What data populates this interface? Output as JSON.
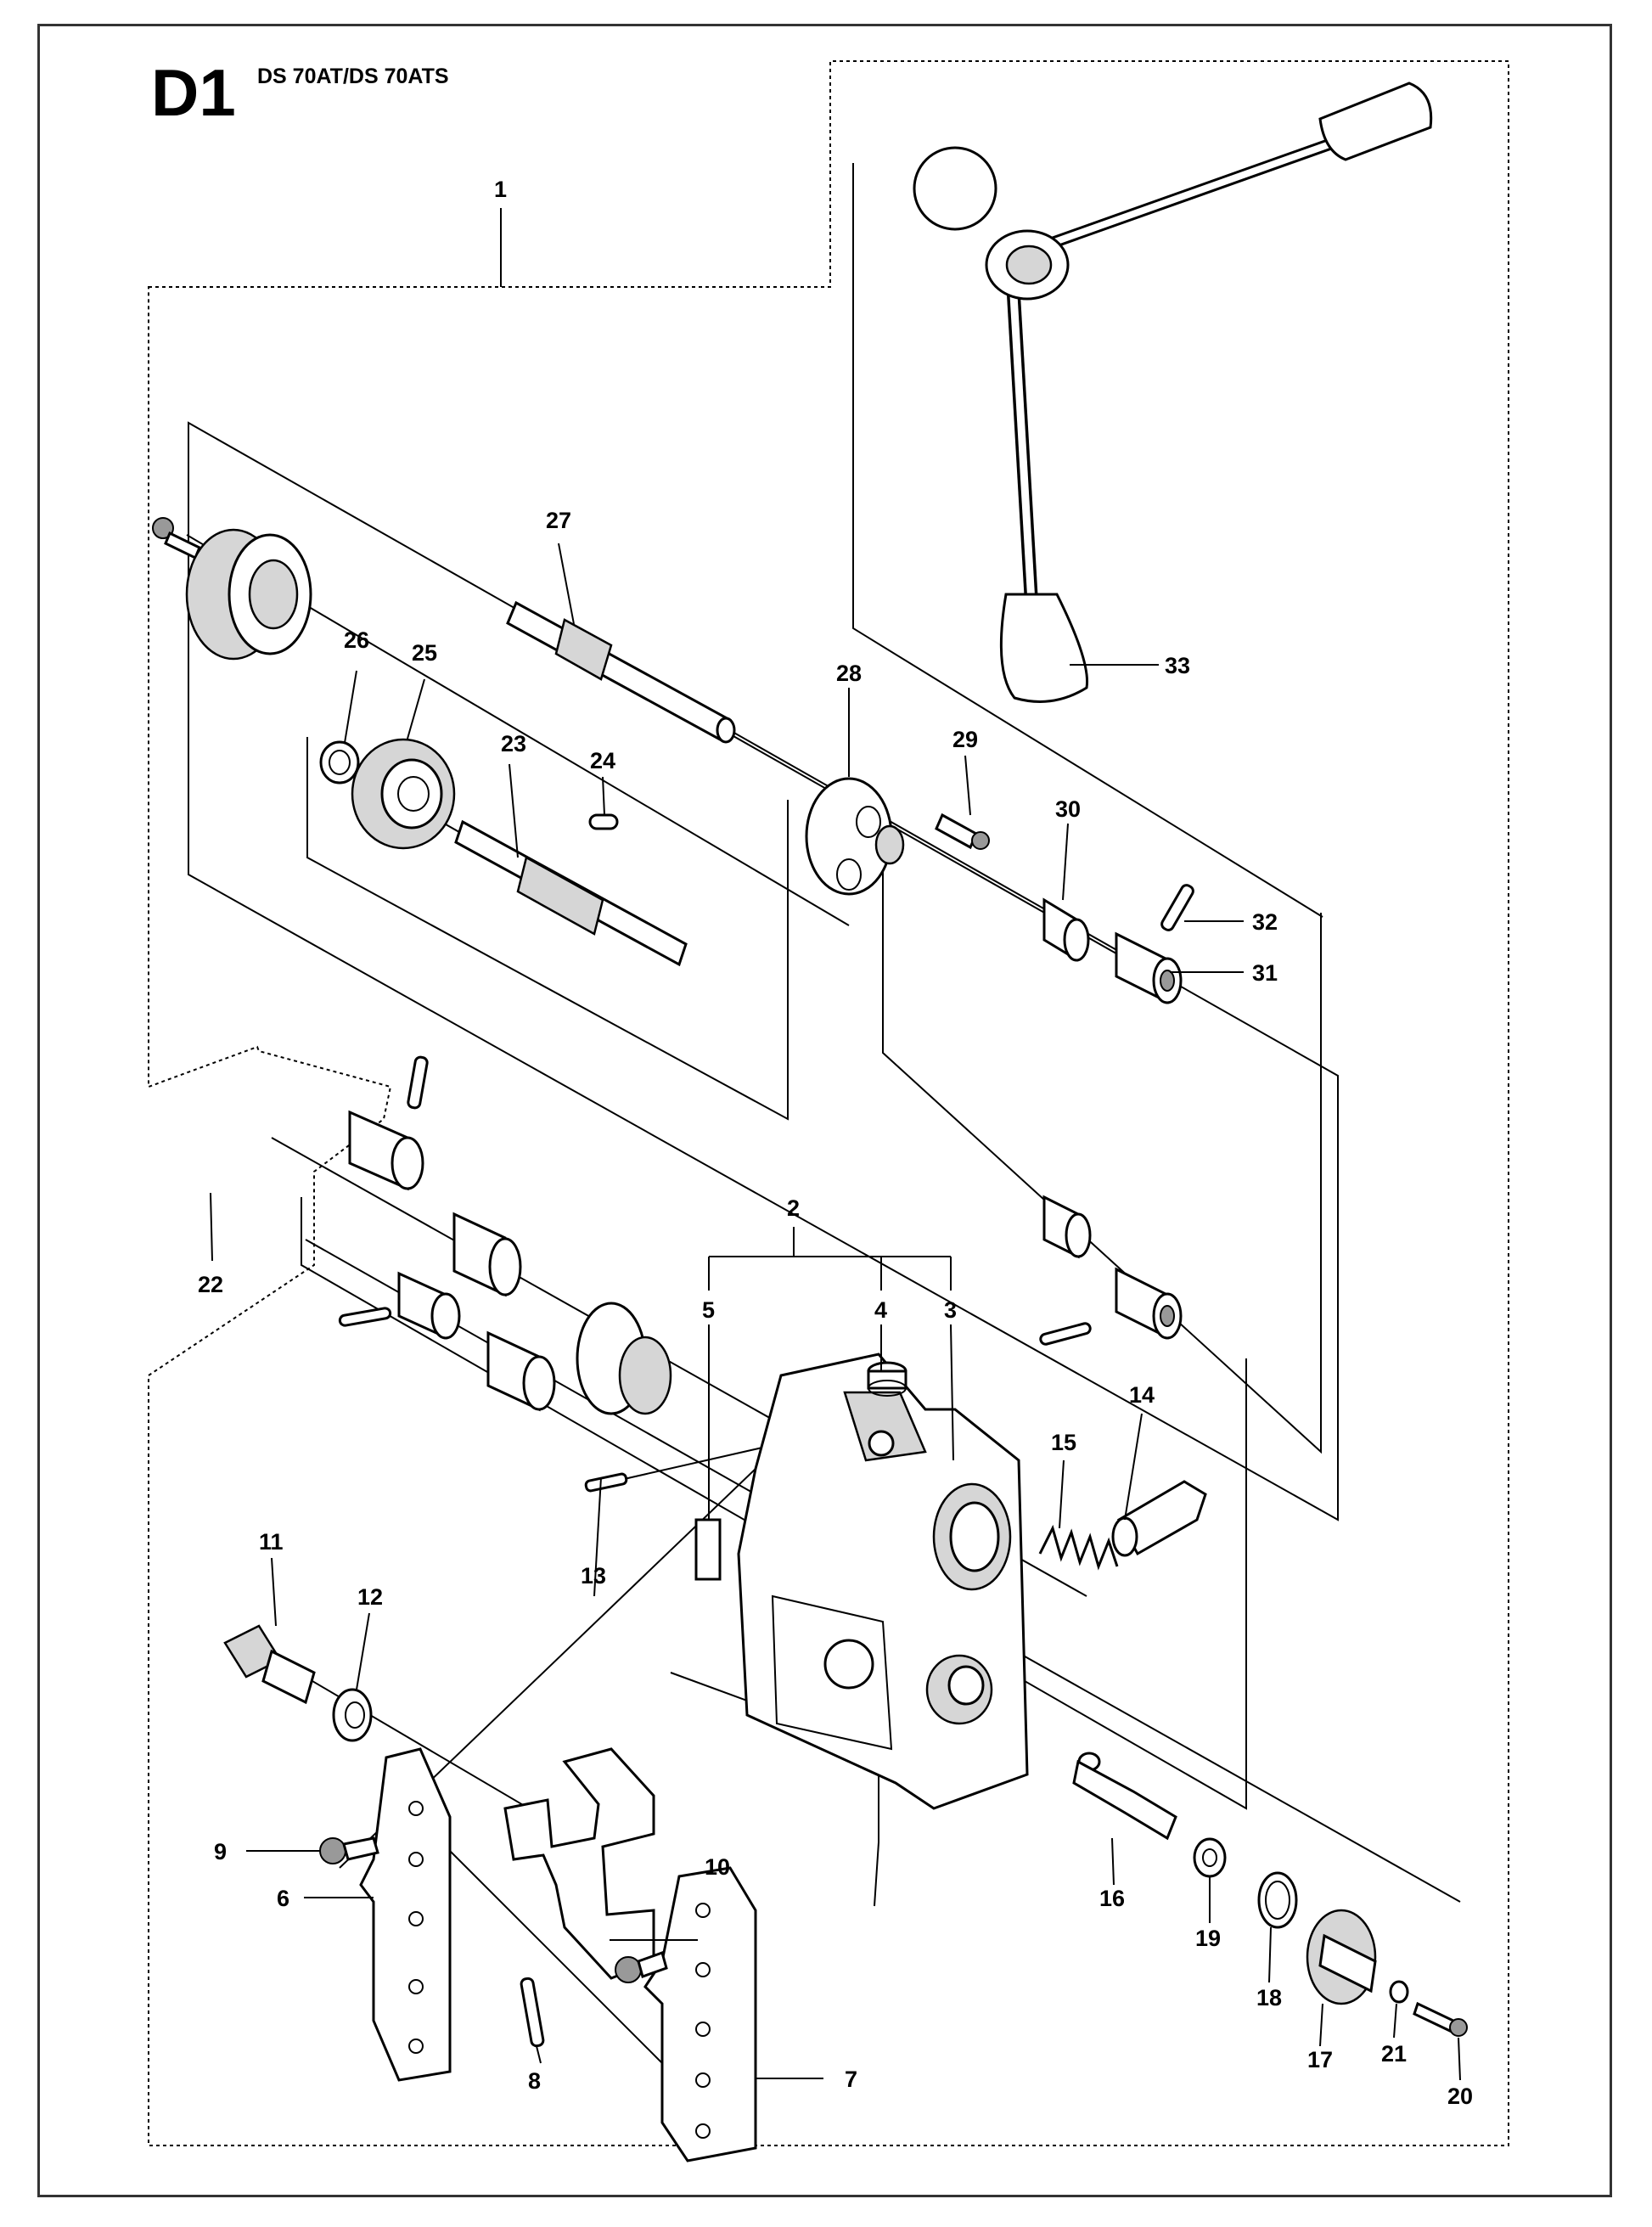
{
  "header": {
    "code": "D1",
    "model": "DS 70AT/DS 70ATS"
  },
  "callouts": [
    {
      "id": "1",
      "label": "1"
    },
    {
      "id": "2",
      "label": "2"
    },
    {
      "id": "3",
      "label": "3"
    },
    {
      "id": "4",
      "label": "4"
    },
    {
      "id": "5",
      "label": "5"
    },
    {
      "id": "6",
      "label": "6"
    },
    {
      "id": "7",
      "label": "7"
    },
    {
      "id": "8",
      "label": "8"
    },
    {
      "id": "9",
      "label": "9"
    },
    {
      "id": "10",
      "label": "10"
    },
    {
      "id": "11",
      "label": "11"
    },
    {
      "id": "12",
      "label": "12"
    },
    {
      "id": "13",
      "label": "13"
    },
    {
      "id": "14",
      "label": "14"
    },
    {
      "id": "15",
      "label": "15"
    },
    {
      "id": "16",
      "label": "16"
    },
    {
      "id": "17",
      "label": "17"
    },
    {
      "id": "18",
      "label": "18"
    },
    {
      "id": "19",
      "label": "19"
    },
    {
      "id": "20",
      "label": "20"
    },
    {
      "id": "21",
      "label": "21"
    },
    {
      "id": "22",
      "label": "22"
    },
    {
      "id": "23",
      "label": "23"
    },
    {
      "id": "24",
      "label": "24"
    },
    {
      "id": "25",
      "label": "25"
    },
    {
      "id": "26",
      "label": "26"
    },
    {
      "id": "27",
      "label": "27"
    },
    {
      "id": "28",
      "label": "28"
    },
    {
      "id": "29",
      "label": "29"
    },
    {
      "id": "30",
      "label": "30"
    },
    {
      "id": "31",
      "label": "31"
    },
    {
      "id": "32",
      "label": "32"
    },
    {
      "id": "33",
      "label": "33"
    }
  ],
  "colors": {
    "line": "#000000",
    "part_fill": "#ffffff",
    "shade": "#d6d6d6",
    "frame": "#333333"
  }
}
